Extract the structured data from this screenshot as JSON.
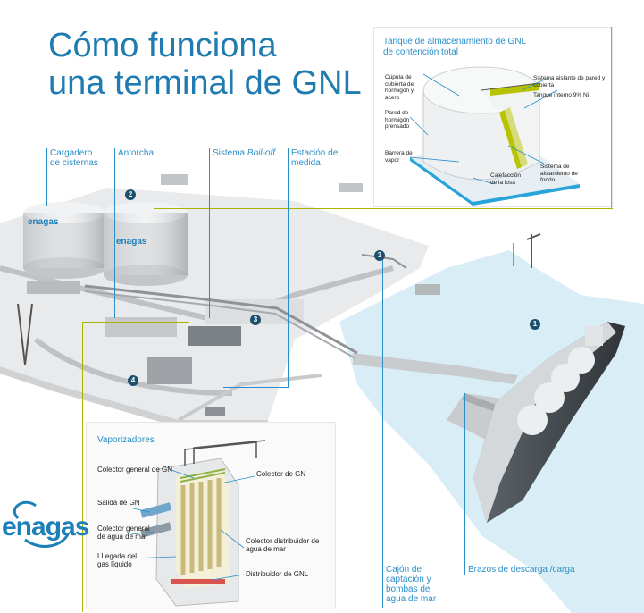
{
  "title": {
    "line1": "Cómo funciona",
    "line2": "una terminal de GNL"
  },
  "callouts": {
    "cargadero": "Cargadero de cisternas",
    "antorcha": "Antorcha",
    "boiloff_prefix": "Sistema ",
    "boiloff_em": "Boil-off",
    "estacion": "Estación de medida",
    "cajon": "Cajón de captación y bombas de agua de mar",
    "brazos": "Brazos de descarga /carga"
  },
  "markers": {
    "m1": "1",
    "m2": "2",
    "m3a": "3",
    "m3b": "3",
    "m4": "4"
  },
  "tank_logo": "enagas",
  "brand_logo": "enagas",
  "tank_inset": {
    "title": "Tanque de almacenamiento de GNL de contención total",
    "labels": {
      "cupula": "Cúpula de cubierta de hormigón y acero",
      "sistema_aislante": "Sistema aislante de pared y cubierta",
      "tanque_interno": "Tanque interno 9% Ni",
      "pared": "Pared de hormigón prensado",
      "barrera": "Barrera de vapor",
      "calefaccion": "Calefacción de la losa",
      "sistema_fondo": "Sistema de aislamiento de fondo"
    }
  },
  "vapor_inset": {
    "title": "Vaporizadores",
    "labels": {
      "colector_general_gn": "Colector general de GN",
      "colector_gn": "Colector de GN",
      "salida_gn": "Salida de GN",
      "colector_general_agua": "Colector general de agua de mar",
      "llegada": "LLegada del gas líquido",
      "colector_distribuidor": "Colector distribuidor de agua de mar",
      "distribuidor_gnl": "Distribuidor de GNL"
    }
  }
}
